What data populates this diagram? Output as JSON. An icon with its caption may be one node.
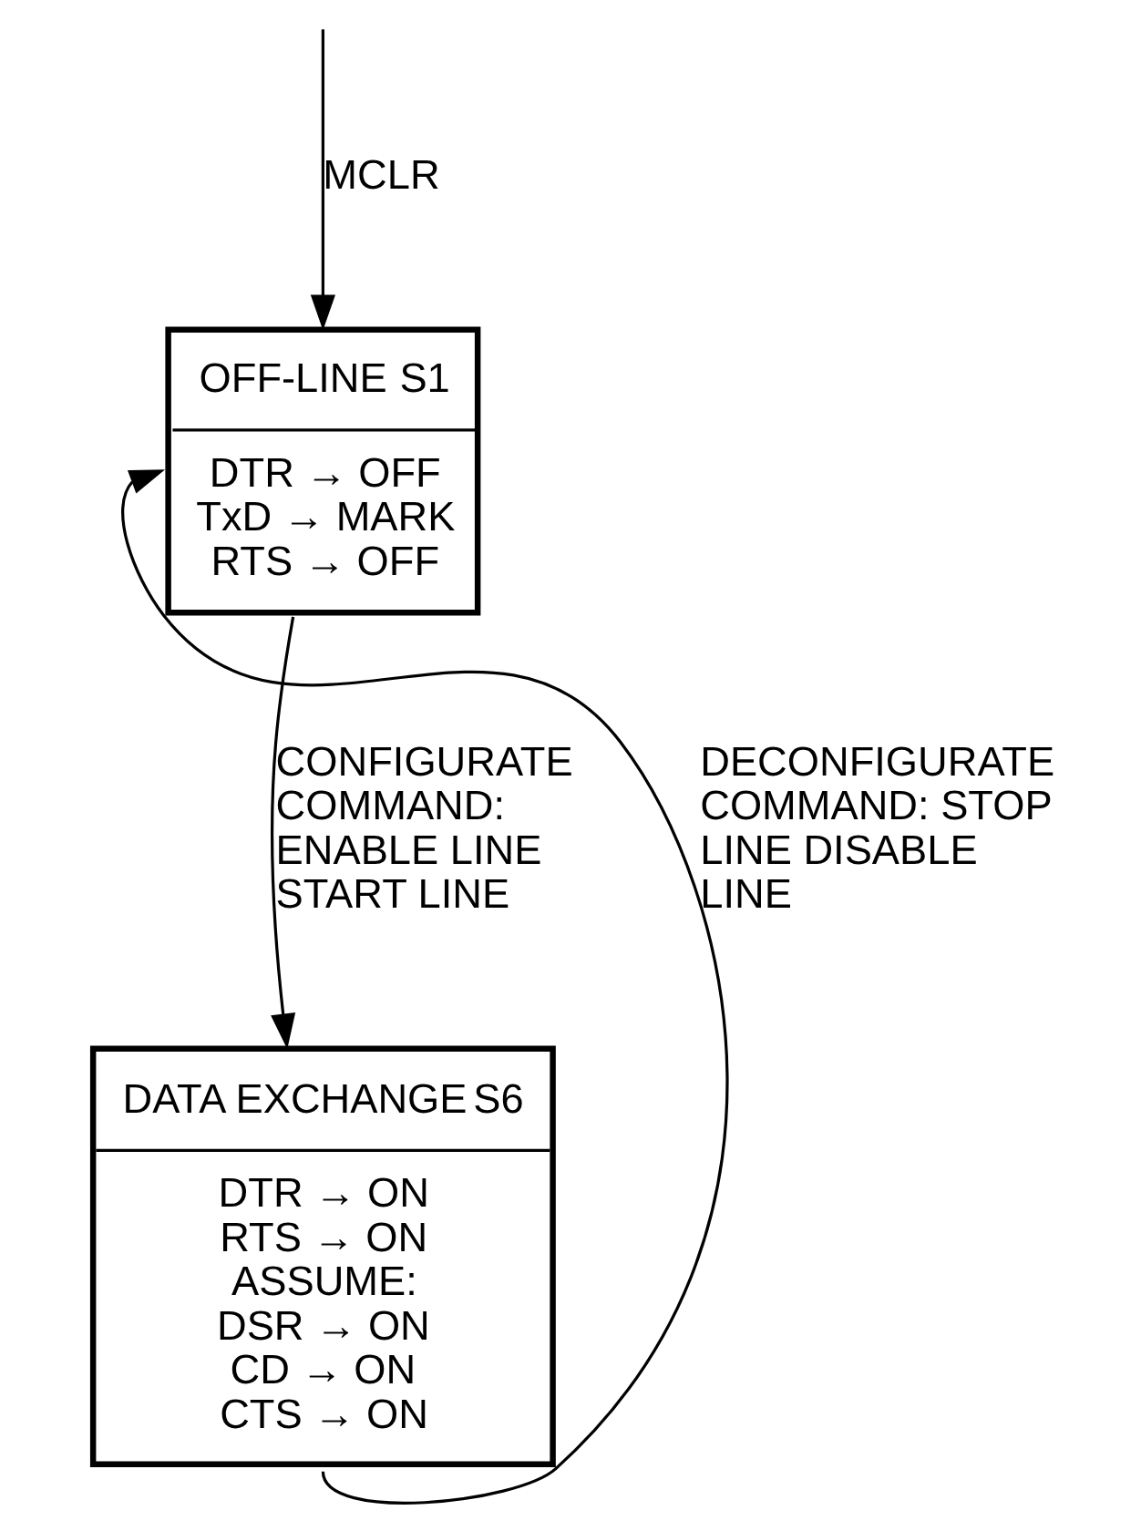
{
  "diagram": {
    "nodes": [
      {
        "text": [
          "OFF-LINE",
          "S1",
          "DTR → OFF",
          "TxD → MARK",
          "RTS → OFF"
        ]
      },
      {
        "text": [
          "DATA EXCHANGE",
          "S6",
          "DTR → ON",
          "RTS → ON",
          "ASSUME:",
          "DSR → ON",
          "CD → ON",
          "CTS → ON"
        ]
      }
    ],
    "edges": [
      {
        "from": null,
        "to": 0,
        "arrow": "to",
        "label": "MCLR"
      },
      {
        "from": 0,
        "to": 1,
        "arrow": "to",
        "label": "CONFIGURATE COMMAND: ENABLE LINE START LINE"
      },
      {
        "from": 1,
        "to": 0,
        "arrow": "to",
        "label": "DECONFIGURATE COMMAND: STOP LINE DISABLE LINE"
      }
    ]
  }
}
